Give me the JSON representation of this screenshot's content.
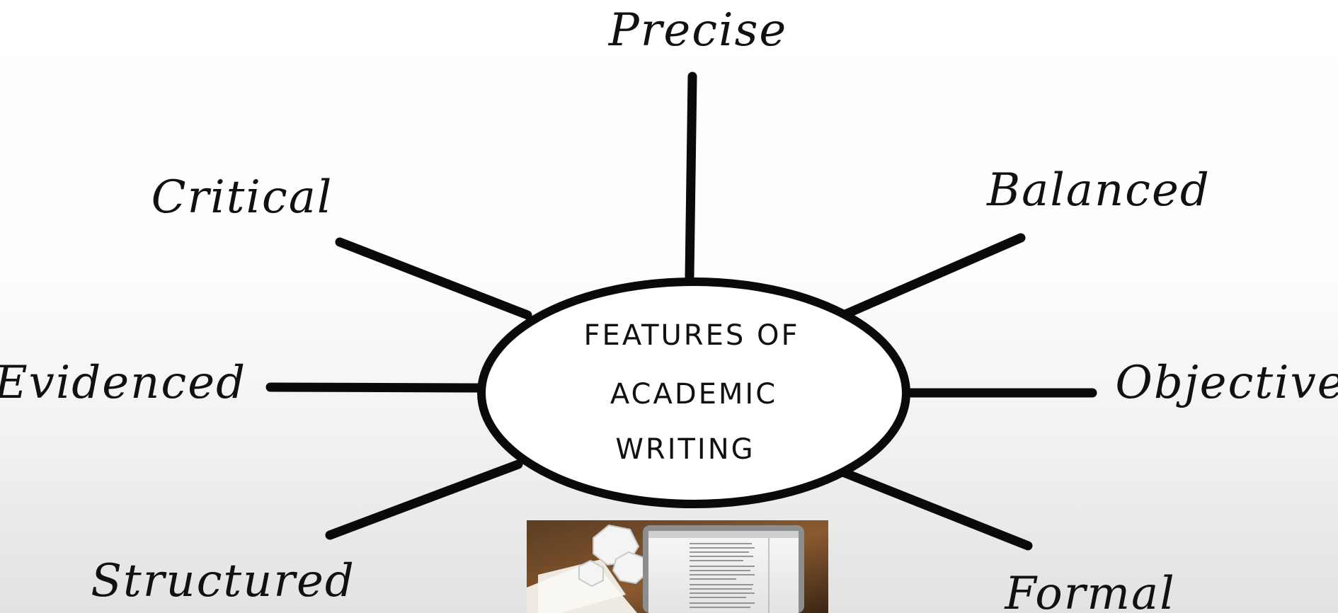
{
  "diagram": {
    "center_lines": [
      "FEATURES OF",
      "ACADEMIC",
      "WRITING"
    ],
    "features": [
      "Precise",
      "Critical",
      "Balanced",
      "Evidenced",
      "Objective",
      "Structured",
      "Formal"
    ]
  },
  "colors": {
    "ink": "#0a0a0a",
    "background": "#ffffff",
    "background_bottom": "#e2e2e2"
  },
  "icons": {
    "bottom_image": "laptop-with-crumpled-paper-photo"
  }
}
